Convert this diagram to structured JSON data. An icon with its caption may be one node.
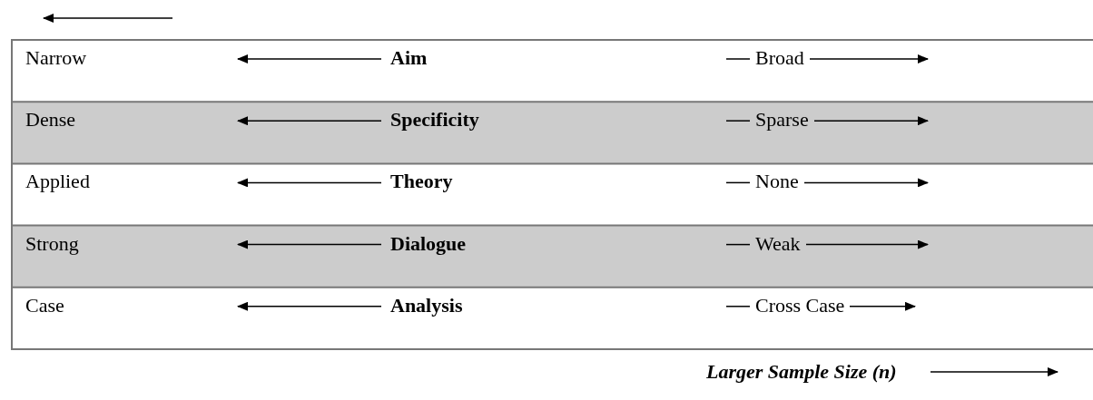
{
  "diagram": {
    "labels": [
      "Narrow",
      "Aim",
      "Broad",
      "Dense",
      "Specificity",
      "Sparse",
      "Applied",
      "Theory",
      "None",
      "Strong",
      "Dialogue",
      "Weak",
      "Case",
      "Analysis",
      "Cross Case",
      "Larger Sample Size (n)"
    ]
  }
}
